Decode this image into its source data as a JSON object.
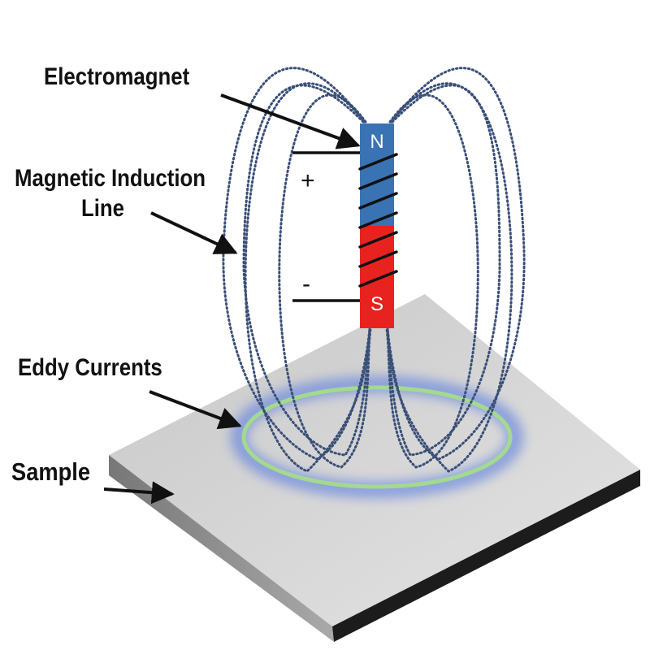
{
  "labels": {
    "electromagnet": "Electromagnet",
    "magnetic_induction_line_1": "Magnetic Induction",
    "magnetic_induction_line_2": "Line",
    "eddy_currents": "Eddy Currents",
    "sample": "Sample"
  },
  "magnet": {
    "north": "N",
    "south": "S",
    "north_color": "#3a73b3",
    "south_color": "#e8231f"
  },
  "terminals": {
    "positive": "+",
    "negative": "-"
  },
  "colors": {
    "field_lines": "#3a4f78",
    "eddy_ring": "#9fd98a",
    "eddy_glow": "#4a6fe0",
    "sample_top": "#cfcfcf",
    "sample_side": "#1a1a1a"
  }
}
